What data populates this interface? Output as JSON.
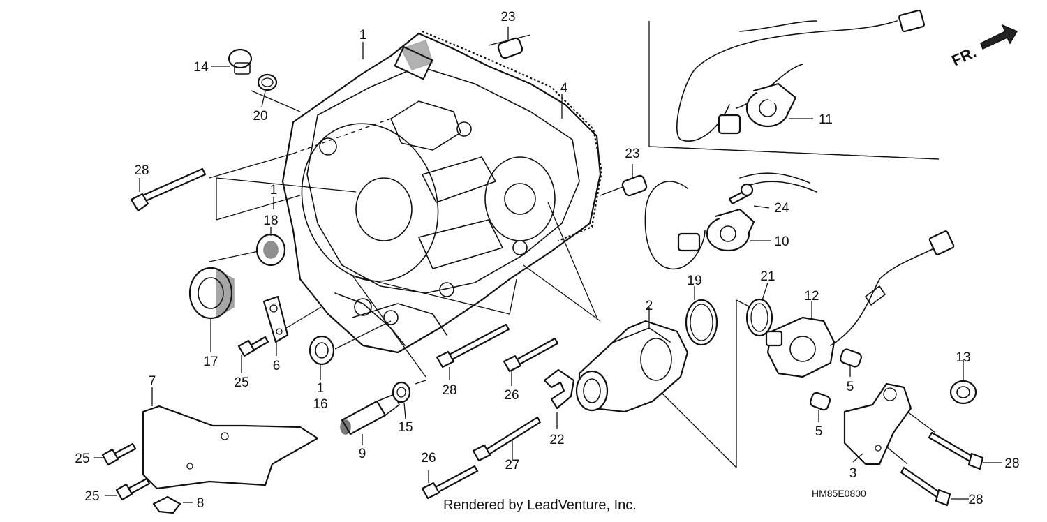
{
  "diagram": {
    "drawing_code": "HM85E0800",
    "credit": "Rendered by LeadVenture, Inc.",
    "front_indicator": "FR.",
    "callouts": [
      {
        "id": "callout-1-case",
        "text": "1"
      },
      {
        "id": "callout-1-bolts",
        "text": "1"
      },
      {
        "id": "callout-1-bearing",
        "text": "1"
      },
      {
        "id": "callout-2",
        "text": "2"
      },
      {
        "id": "callout-3",
        "text": "3"
      },
      {
        "id": "callout-4",
        "text": "4"
      },
      {
        "id": "callout-5a",
        "text": "5"
      },
      {
        "id": "callout-5b",
        "text": "5"
      },
      {
        "id": "callout-6",
        "text": "6"
      },
      {
        "id": "callout-7",
        "text": "7"
      },
      {
        "id": "callout-8",
        "text": "8"
      },
      {
        "id": "callout-9",
        "text": "9"
      },
      {
        "id": "callout-10",
        "text": "10"
      },
      {
        "id": "callout-11",
        "text": "11"
      },
      {
        "id": "callout-12",
        "text": "12"
      },
      {
        "id": "callout-13",
        "text": "13"
      },
      {
        "id": "callout-14",
        "text": "14"
      },
      {
        "id": "callout-15",
        "text": "15"
      },
      {
        "id": "callout-16",
        "text": "16"
      },
      {
        "id": "callout-17",
        "text": "17"
      },
      {
        "id": "callout-18",
        "text": "18"
      },
      {
        "id": "callout-19",
        "text": "19"
      },
      {
        "id": "callout-20",
        "text": "20"
      },
      {
        "id": "callout-21",
        "text": "21"
      },
      {
        "id": "callout-22",
        "text": "22"
      },
      {
        "id": "callout-23a",
        "text": "23"
      },
      {
        "id": "callout-23b",
        "text": "23"
      },
      {
        "id": "callout-24",
        "text": "24"
      },
      {
        "id": "callout-25a",
        "text": "25"
      },
      {
        "id": "callout-25b",
        "text": "25"
      },
      {
        "id": "callout-25c",
        "text": "25"
      },
      {
        "id": "callout-26a",
        "text": "26"
      },
      {
        "id": "callout-26b",
        "text": "26"
      },
      {
        "id": "callout-27",
        "text": "27"
      },
      {
        "id": "callout-28a",
        "text": "28"
      },
      {
        "id": "callout-28b",
        "text": "28"
      },
      {
        "id": "callout-28c",
        "text": "28"
      },
      {
        "id": "callout-28d",
        "text": "28"
      }
    ]
  }
}
